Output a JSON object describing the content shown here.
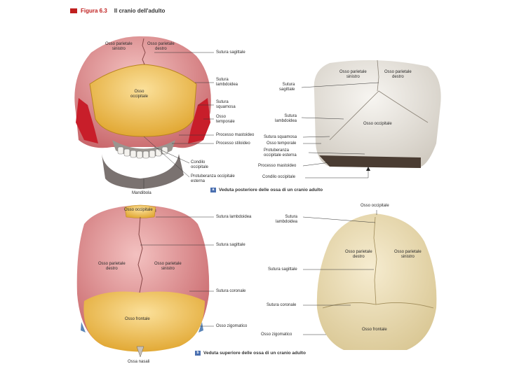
{
  "figure": {
    "number": "Figura 6.3",
    "title": "Il cranio dell'adulto"
  },
  "panel_a": {
    "tag": "a",
    "caption": "Veduta posteriore delle ossa di un cranio adulto",
    "left_labels": {
      "parietale_sinistro": "Osso parietale\nsinistro",
      "parietale_destro": "Osso parietale\ndestro",
      "sutura_sagittale": "Sutura sagittale",
      "sutura_lambdoidea": "Sutura\nlambdoidea",
      "osso_occipitale": "Osso\noccipitale",
      "sutura_squamosa": "Sutura\nsquamosa",
      "osso_temporale": "Osso\ntemporale",
      "processo_mastoideo": "Processo mastoideo",
      "processo_stiloideo": "Processo stiloideo",
      "condilo_occipitale": "Condilo\noccipitale",
      "protuberanza": "Protuberanza occipitale\nesterna",
      "mandibola": "Mandibola"
    },
    "right_labels": {
      "parietale_sinistro": "Osso parietale\nsinistro",
      "parietale_destro": "Osso parietale\ndestro",
      "sutura_sagittale": "Sutura\nsagittale",
      "sutura_lambdoidea": "Sutura\nlambdoidea",
      "osso_occipitale": "Osso occipitale",
      "sutura_squamosa": "Sutura squamosa",
      "osso_temporale": "Osso temporale",
      "protuberanza": "Protuberanza\noccipitale esterna",
      "processo_mastoideo": "Processo mastoideo",
      "condilo_occipitale": "Condilo occipitale"
    }
  },
  "panel_b": {
    "tag": "b",
    "caption": "Veduta superiore delle ossa di un cranio adulto",
    "left_labels": {
      "osso_occipitale": "Osso occipitale",
      "sutura_lambdoidea": "Sutura lambdoidea",
      "sutura_sagittale": "Sutura sagittale",
      "parietale_destro": "Osso parietale\ndestro",
      "parietale_sinistro": "Osso parietale\nsinistro",
      "sutura_coronale": "Sutura coronale",
      "osso_frontale": "Osso frontale",
      "osso_zigomatico": "Osso zigomatico",
      "ossa_nasali": "Ossa nasali"
    },
    "right_labels": {
      "osso_occipitale": "Osso occipitale",
      "sutura_lambdoidea": "Sutura\nlambdoidea",
      "parietale_destro": "Osso parietale\ndestro",
      "parietale_sinistro": "Osso parietale\nsinistro",
      "sutura_sagittale": "Sutura sagittale",
      "sutura_coronale": "Sutura coronale",
      "osso_frontale": "Osso frontale",
      "osso_zigomatico": "Osso zigomatico"
    }
  },
  "colors": {
    "parietal": "#d98a8c",
    "occipital": "#f2c24e",
    "frontal": "#f2c24e",
    "temporal": "#c81e2a",
    "bone_photo": "#ece8e2",
    "bone_photo_b": "#efe3bd",
    "accent": "#c0201f",
    "tag": "#4a6fb0"
  }
}
